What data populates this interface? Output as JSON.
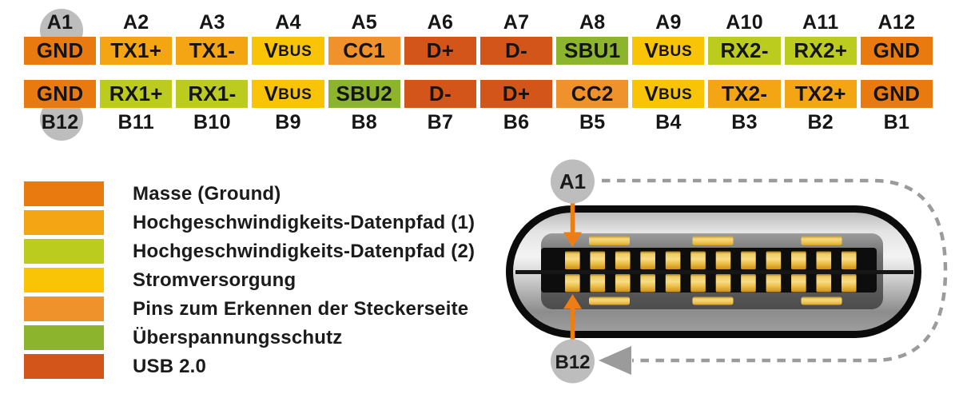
{
  "colors": {
    "ground": "#E87A0F",
    "hs1": "#F3A513",
    "hs2": "#BCCC1F",
    "power": "#F8C405",
    "cc": "#F0922B",
    "sbu": "#8CB52D",
    "usb2": "#D4551A",
    "circle_gray": "#BDBDBD",
    "arrow_orange": "#EF7D15",
    "dash_gray": "#9B9B9B"
  },
  "pinout": {
    "top_labels": [
      "A1",
      "A2",
      "A3",
      "A4",
      "A5",
      "A6",
      "A7",
      "A8",
      "A9",
      "A10",
      "A11",
      "A12"
    ],
    "row_a": [
      {
        "name": "GND",
        "type": "ground"
      },
      {
        "name": "TX1+",
        "type": "hs1"
      },
      {
        "name": "TX1-",
        "type": "hs1"
      },
      {
        "name": "VBUS",
        "type": "power"
      },
      {
        "name": "CC1",
        "type": "cc"
      },
      {
        "name": "D+",
        "type": "usb2"
      },
      {
        "name": "D-",
        "type": "usb2"
      },
      {
        "name": "SBU1",
        "type": "sbu"
      },
      {
        "name": "VBUS",
        "type": "power"
      },
      {
        "name": "RX2-",
        "type": "hs2"
      },
      {
        "name": "RX2+",
        "type": "hs2"
      },
      {
        "name": "GND",
        "type": "ground"
      }
    ],
    "row_b": [
      {
        "name": "GND",
        "type": "ground"
      },
      {
        "name": "RX1+",
        "type": "hs2"
      },
      {
        "name": "RX1-",
        "type": "hs2"
      },
      {
        "name": "VBUS",
        "type": "power"
      },
      {
        "name": "SBU2",
        "type": "sbu"
      },
      {
        "name": "D-",
        "type": "usb2"
      },
      {
        "name": "D+",
        "type": "usb2"
      },
      {
        "name": "CC2",
        "type": "cc"
      },
      {
        "name": "VBUS",
        "type": "power"
      },
      {
        "name": "TX2-",
        "type": "hs1"
      },
      {
        "name": "TX2+",
        "type": "hs1"
      },
      {
        "name": "GND",
        "type": "ground"
      }
    ],
    "bottom_labels": [
      "B12",
      "B11",
      "B10",
      "B9",
      "B8",
      "B7",
      "B6",
      "B5",
      "B4",
      "B3",
      "B2",
      "B1"
    ]
  },
  "legend": {
    "items": [
      {
        "label": "Masse (Ground)",
        "type": "ground"
      },
      {
        "label": "Hochgeschwindigkeits-Datenpfad (1)",
        "type": "hs1"
      },
      {
        "label": "Hochgeschwindigkeits-Datenpfad (2)",
        "type": "hs2"
      },
      {
        "label": "Stromversorgung",
        "type": "power"
      },
      {
        "label": "Pins zum Erkennen der Steckerseite",
        "type": "cc"
      },
      {
        "label": "Überspannungsschutz",
        "type": "sbu"
      },
      {
        "label": "USB 2.0",
        "type": "usb2"
      }
    ]
  },
  "connector": {
    "pin_a1": "A1",
    "pin_b12": "B12",
    "pins_per_row": 12
  }
}
